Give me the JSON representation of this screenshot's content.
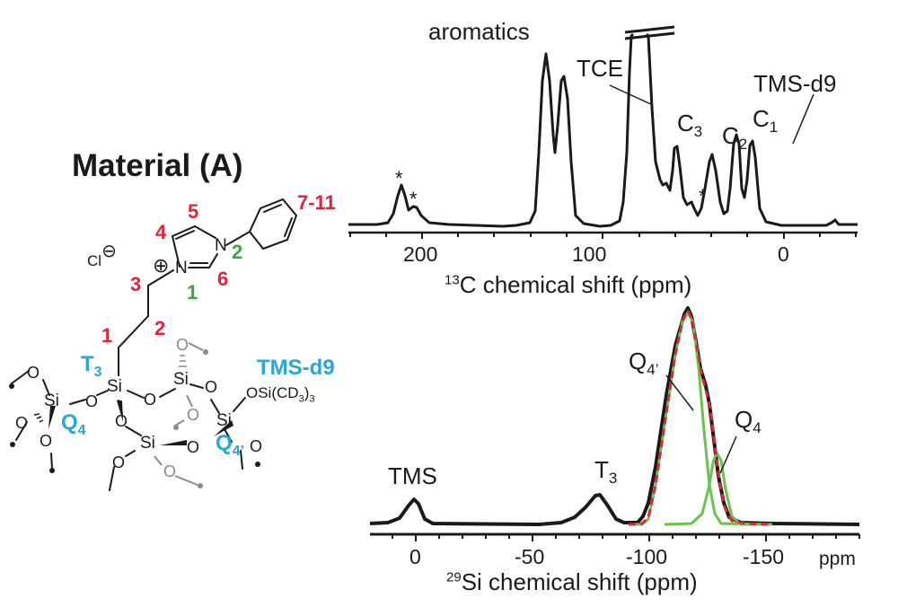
{
  "figure": {
    "material_title": "Material (A)",
    "colors": {
      "red_label": "#e0243c",
      "green_label": "#3aa83a",
      "blue_label": "#2aa7d6",
      "spectrum": "#1a1a1a",
      "fit_total_dashed": "#e0243c",
      "fit_components": "#6cc24a",
      "grey_bonds": "#8a8a8a"
    },
    "molecule": {
      "counterion": "Cl",
      "counterion_charge": "⊖",
      "cation_charge": "⊕",
      "atoms": {
        "n1": "N",
        "n2": "N",
        "si": "Si",
        "o": "O",
        "tms_group": "OSi(CD",
        "tms_sub3": "3",
        "tms_close": ")",
        "tms_sub3b": "3"
      },
      "red_labels": [
        "1",
        "2",
        "3",
        "4",
        "5",
        "6",
        "7-11"
      ],
      "green_labels": [
        "1",
        "2"
      ],
      "blue_labels": {
        "t3": "T",
        "t3_sub": "3",
        "q4": "Q",
        "q4_sub": "4",
        "q4p": "Q",
        "q4p_sub": "4’",
        "tms_d9": "TMS-d9"
      }
    }
  },
  "chart_data": [
    {
      "type": "line",
      "title": "",
      "xlabel_sup": "13",
      "xlabel": "C chemical shift (ppm)",
      "ylabel": "",
      "xlim": [
        241,
        -41
      ],
      "x_reversed": true,
      "tick_labels": [
        "200",
        "100",
        "0"
      ],
      "major_ticks": [
        200,
        100,
        0
      ],
      "minor_tick_step": 20,
      "grid": false,
      "axis_break": "TCE peak truncated (double-bar break symbol)",
      "annotations": [
        "aromatics",
        "TCE",
        "C3",
        "C2",
        "C1",
        "TMS-d9",
        "*",
        "*",
        "*"
      ],
      "peaks": [
        {
          "label": "* (spinning sideband)",
          "ppm": 210,
          "rel_height": 0.22
        },
        {
          "label": "* (spinning sideband)",
          "ppm": 201,
          "rel_height": 0.08
        },
        {
          "label": "aromatics",
          "ppm": 130,
          "rel_height": 1.0
        },
        {
          "label": "aromatics",
          "ppm": 122,
          "rel_height": 0.86
        },
        {
          "label": "TCE",
          "ppm": 74,
          "rel_height": "off-scale"
        },
        {
          "label": "shoulder",
          "ppm": 61,
          "rel_height": 0.2
        },
        {
          "label": "C3",
          "ppm": 51,
          "rel_height": 0.43
        },
        {
          "label": "* (spinning sideband)",
          "ppm": 41,
          "rel_height": 0.1
        },
        {
          "label": "C2",
          "ppm": 24,
          "rel_height": 0.39
        },
        {
          "label": "C1",
          "ppm": 10,
          "rel_height": 0.48
        },
        {
          "label": "TMS-d9",
          "ppm": 1,
          "rel_height": 0.46
        },
        {
          "label": "minor",
          "ppm": -28,
          "rel_height": 0.02
        }
      ]
    },
    {
      "type": "line",
      "title": "",
      "xlabel_sup": "29",
      "xlabel": "Si chemical shift (ppm)",
      "ylabel": "",
      "xlim": [
        20,
        -190
      ],
      "x_reversed": true,
      "tick_labels": [
        "0",
        "-50",
        "-100",
        "-150"
      ],
      "major_ticks": [
        0,
        -50,
        -100,
        -150
      ],
      "minor_tick_step": 10,
      "axis_unit_label": "ppm",
      "grid": false,
      "series": [
        {
          "name": "experimental",
          "color": "#1a1a1a",
          "style": "solid"
        },
        {
          "name": "total fit",
          "color": "#e0243c",
          "style": "dashed"
        },
        {
          "name": "Q4' component",
          "color": "#6cc24a",
          "style": "solid"
        },
        {
          "name": "Q4 component",
          "color": "#6cc24a",
          "style": "solid"
        }
      ],
      "annotations": [
        "TMS",
        "T3",
        "Q4'",
        "Q4"
      ],
      "peaks": [
        {
          "label": "TMS",
          "ppm": 0,
          "rel_height": 0.15
        },
        {
          "label": "T3",
          "ppm": -82,
          "rel_height": 0.2
        },
        {
          "label": "Q4'",
          "ppm": -117,
          "rel_height": 1.0
        },
        {
          "label": "Q4",
          "ppm": -127,
          "rel_height": 0.36
        }
      ]
    }
  ],
  "c13": {
    "labels": {
      "aromatics": "aromatics",
      "tce": "TCE",
      "c": "C",
      "c3_sub": "3",
      "c2_sub": "2",
      "c1_sub": "1",
      "tms_d9": "TMS-d9",
      "star": "*"
    },
    "ticks": {
      "t200": "200",
      "t100": "100",
      "t0": "0"
    },
    "xlabel_sup": "13",
    "xlabel": "C chemical shift (ppm)"
  },
  "si29": {
    "labels": {
      "tms": "TMS",
      "t": "T",
      "t3_sub": "3",
      "q": "Q",
      "q4p_sub": "4’",
      "q4_sub": "4"
    },
    "ticks": {
      "t0": "0",
      "t50": "-50",
      "t100": "-100",
      "t150": "-150",
      "unit": "ppm"
    },
    "xlabel_sup": "29",
    "xlabel": "Si chemical shift (ppm)"
  }
}
